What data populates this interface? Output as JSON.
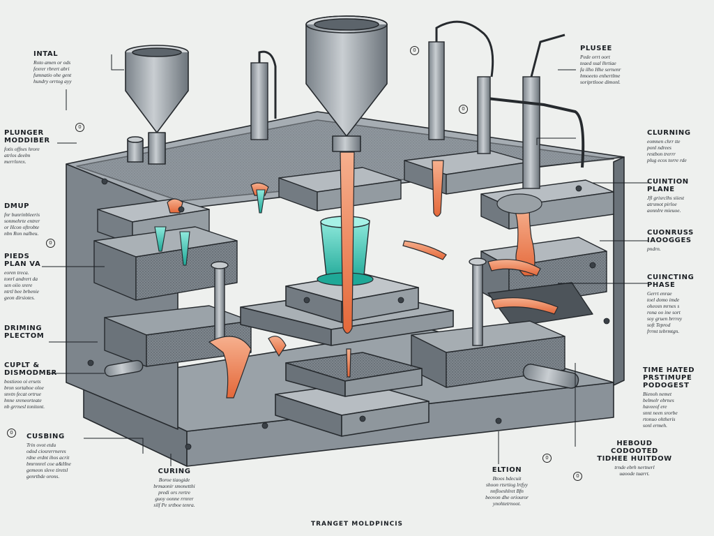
{
  "caption": "TRANGET MOLDPINCIS",
  "labels": {
    "intal": {
      "title": "INTAL",
      "desc": "Roto amen or ods\nfexrer rbrert abri\nfumnatio ohe gent\nhundry orrtog ayy"
    },
    "plunger_l": {
      "title": "PLUNGER\nMODDIBER",
      "desc": "fotis offnes hrore\natrlos deelm\nmerrlorex."
    },
    "dmip": {
      "title": "DMUP",
      "desc": "fnr bunrinbleeris\nsonmehrte entrer\nor Hcon oftrobte\nnbn Ron nalbeu."
    },
    "pieds": {
      "title": "PIEDS\nPLAN VA",
      "desc": "eoren treca.\ntonrl andrert da\nsen oiio srere\nntrtl bee brbenie\ngeon dirsiotes."
    },
    "driming": {
      "title": "DRIMING\nPLECTOM",
      "desc": ""
    },
    "cuplt": {
      "title": "CUPLT &\nDISMODMER",
      "desc": "bostieoo oi ersets\nbron sortahoe oloe\nsnvtn fecat ortrue\nhnne sreneorteate\nnb grrnesl tonitont."
    },
    "cusbing_l": {
      "title": "CUSBING",
      "desc": "Trin ovot etdu\nodod ciosrerrneres\nrdne erdnt ihos acrit\nbmrnnrel coe a&Hne\ngemeon sleve tiretsl\ngenrtbde orons."
    },
    "curing": {
      "title": "CURING",
      "desc": "Boroe tiaogide\nbrmaonir smonetthi\npredi ors rertre\nguoy oonne rrnrer\nsilf Pe srtboe tenra."
    },
    "plusee": {
      "title": "PLUSEE",
      "desc": "Pede orrt oort\nteaed ssal lhrtiae\nfa ilho Hhe sernenr\nhmoeeto enhertlme\nsoriprtlooe dimonl."
    },
    "clurning": {
      "title": "CLURNING",
      "desc": "eomnen chrr tte\nponl ndrees\nrestbon trerrr\nplug ecos torre rde"
    },
    "cuintion": {
      "title": "CUINTION\nPLANE",
      "desc": "Jfl grisrclhs siiest\natrsmot pirloe\naonnlre mieuoe."
    },
    "cuonruss": {
      "title": "CUONRUSS\nIAOOGGES",
      "desc": "pndrn."
    },
    "cuincting": {
      "title": "CUINCTING\nPHASE",
      "desc": "Gerrt enrae\ntoel domo imde\noheosn mrnes s\nrona oo ine sort\nsoy gruen brrrey\nsoft Teprod\nfrrmt tebrmtgn."
    },
    "time": {
      "title": "TIME HATED\nPRSTIMUPE\nPODOGEST",
      "desc": "Bienoh nemet\nbelmelr ebrnes\nhaveeof ere\nsnnt neen srorbe\nrtonuo ohtheris\nsonl ermeh."
    },
    "heboud": {
      "title": "HEBOUD\nCODOOTED\nTIDHEE HUITDOW",
      "desc": "trnde ebrh nertnerl\nuaoode tuarrt."
    },
    "eltion": {
      "title": "ELTION",
      "desc": "Btoos bdecuit\nshoon rtsrtiog lrtfyy\nnnfloeshlret Bfn\nbeovon dhe oriouror\nynohtetrnoot."
    }
  },
  "markers": [
    "0",
    "0",
    "0",
    "0",
    "0",
    "0"
  ],
  "colors": {
    "steel": "#8f979e",
    "steel_dark": "#5f676e",
    "steel_light": "#c3c8cc",
    "outline": "#262a2e",
    "resin_teal": "#3fc9b6",
    "molten_orange": "#ef8a5c",
    "background": "#eef0ee"
  }
}
